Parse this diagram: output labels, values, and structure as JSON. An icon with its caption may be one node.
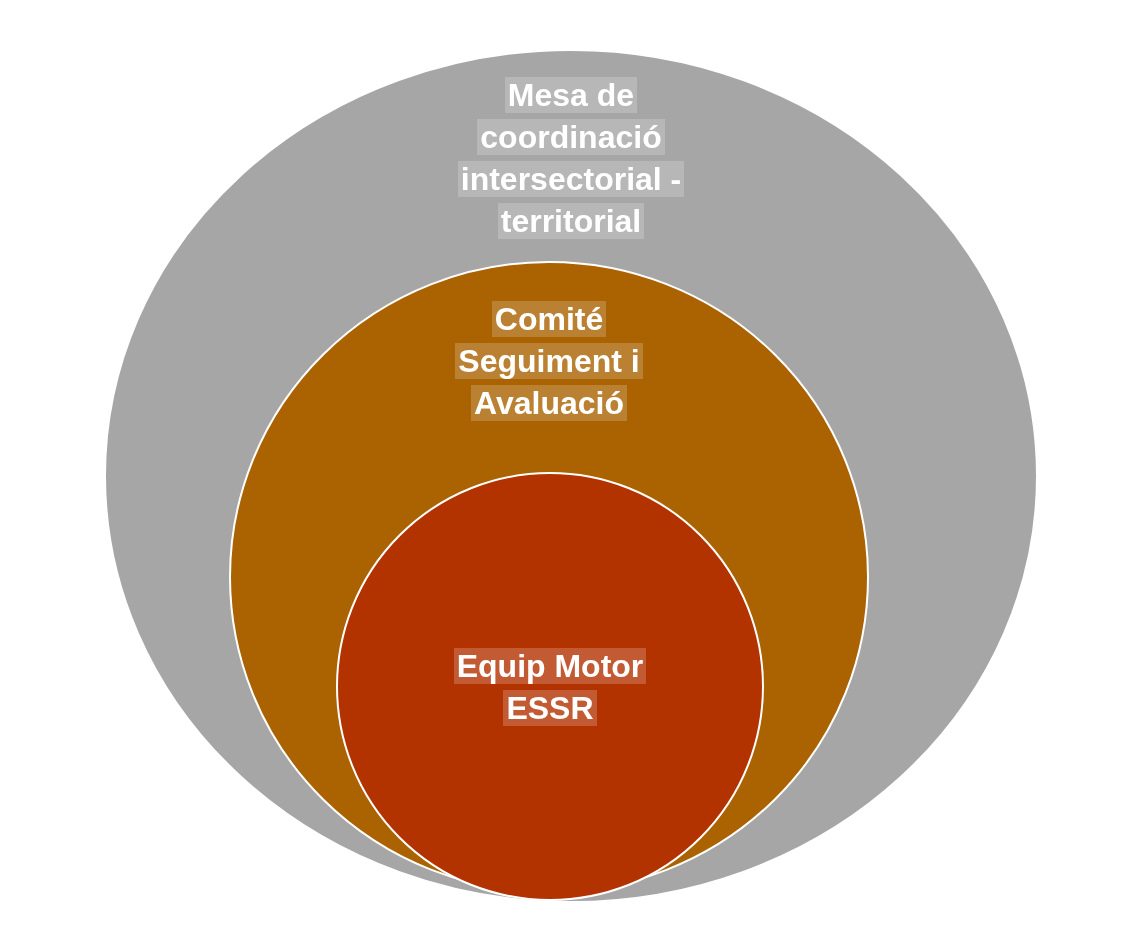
{
  "diagram": {
    "nodes": [
      {
        "text": [
          "Mesa de coordinació intersectorial - territorial"
        ]
      },
      {
        "text": [
          "Comité Seguiment i Avaluació"
        ],
        "in": 0
      },
      {
        "text": [
          "Equip Motor ESSR"
        ],
        "in": 1
      }
    ]
  }
}
